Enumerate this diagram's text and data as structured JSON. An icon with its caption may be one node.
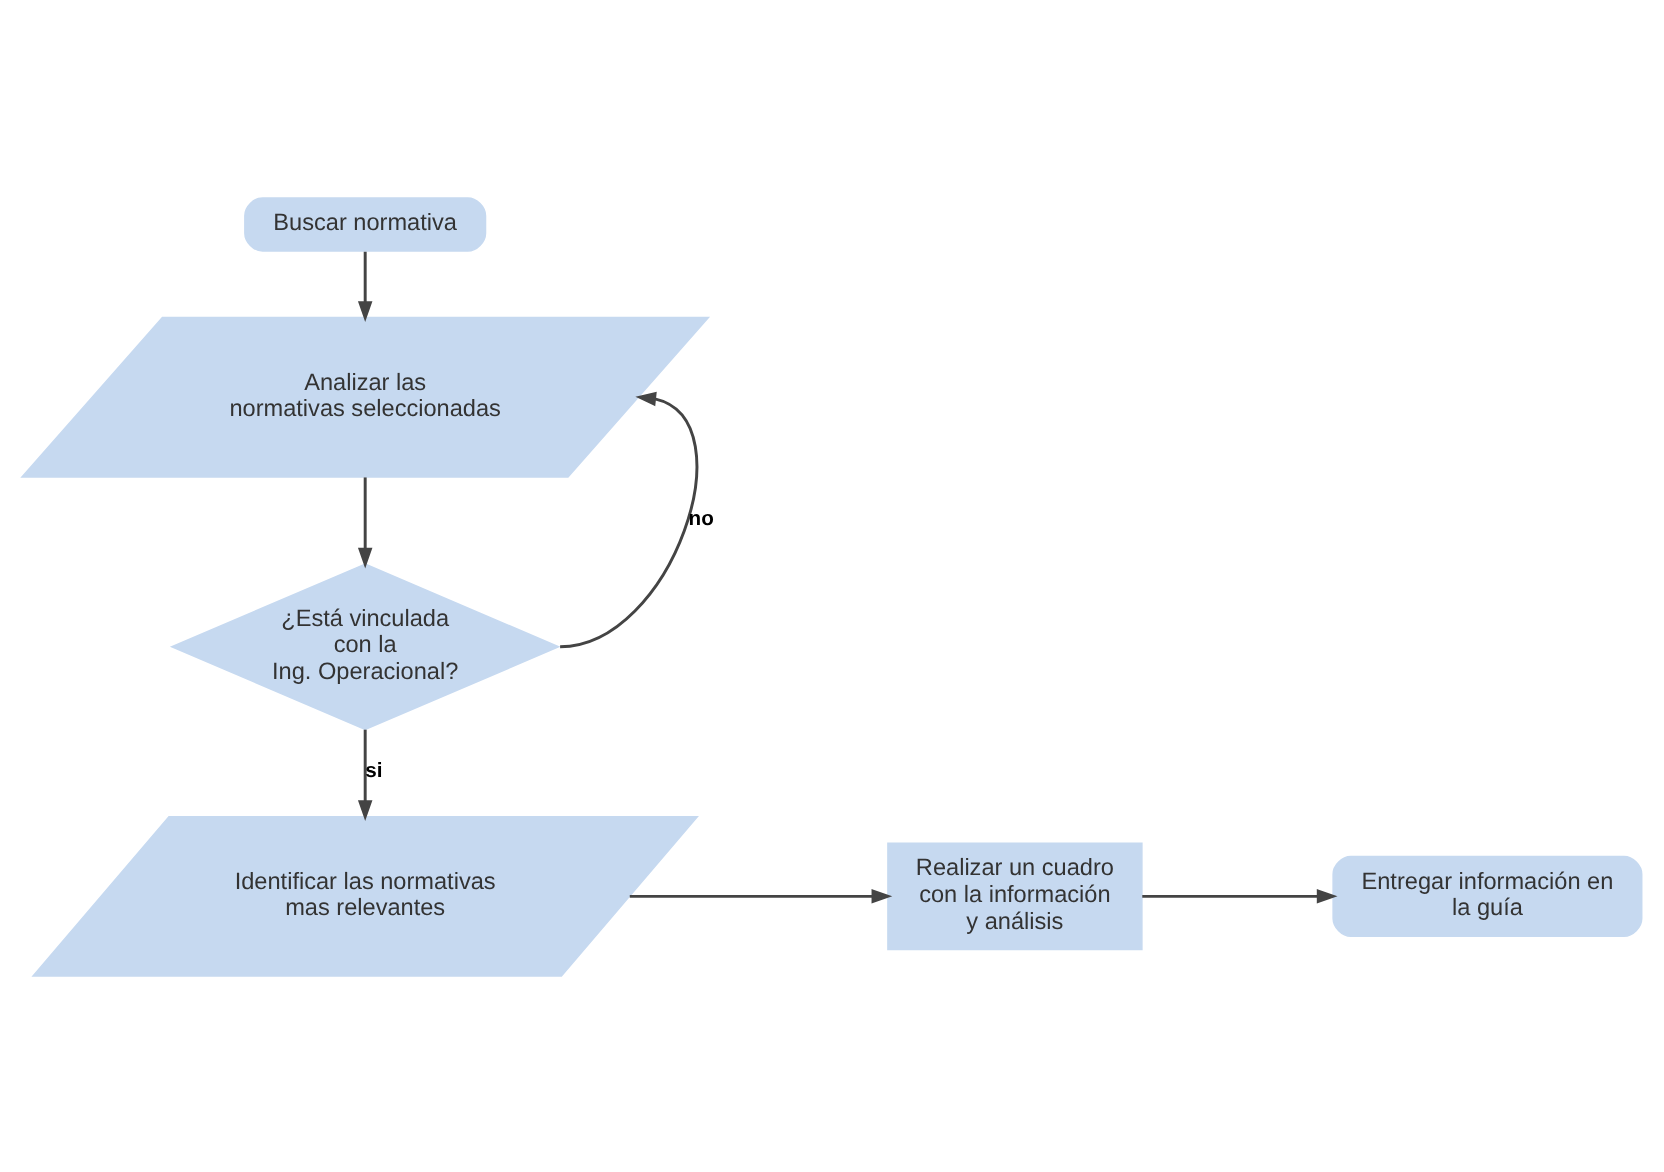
{
  "diagram": {
    "nodes": [
      {
        "text": [
          "Buscar normativa"
        ]
      },
      {
        "text": [
          "Analizar las normativas seleccionadas"
        ]
      },
      {
        "text": [
          "¿Está vinculada con la Ing. Operacional?"
        ]
      },
      {
        "text": [
          "Identificar las normativas mas relevantes"
        ]
      },
      {
        "text": [
          "Realizar un cuadro con la información y análisis"
        ]
      },
      {
        "text": [
          "Entregar información en la guía"
        ]
      }
    ],
    "edges": [
      {
        "from": 0,
        "to": 1,
        "arrow": "to"
      },
      {
        "from": 1,
        "to": 2,
        "arrow": "to"
      },
      {
        "from": 2,
        "to": 1,
        "arrow": "to",
        "label": "no"
      },
      {
        "from": 2,
        "to": 3,
        "arrow": "to",
        "label": "si"
      },
      {
        "from": 3,
        "to": 4,
        "arrow": "to"
      },
      {
        "from": 4,
        "to": 5,
        "arrow": "to"
      }
    ]
  }
}
